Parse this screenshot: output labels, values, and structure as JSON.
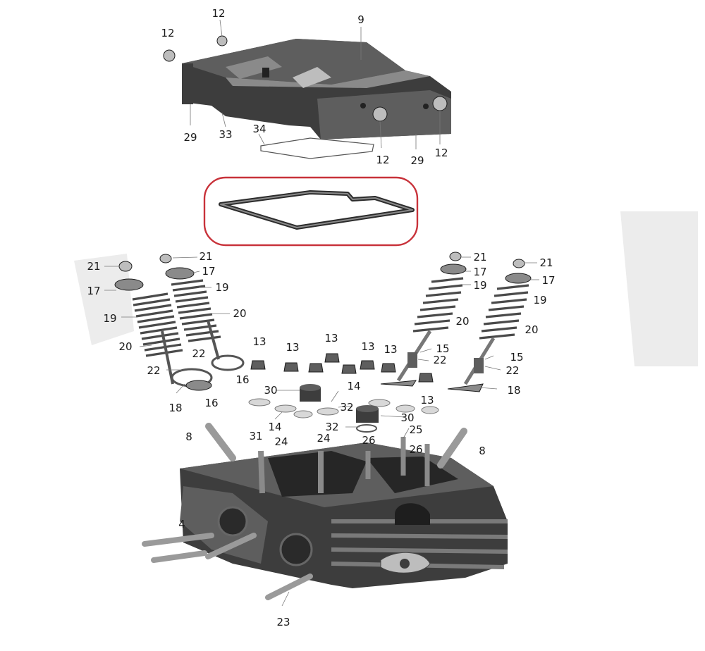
{
  "callouts": {
    "cover_top_left_bolt": "12",
    "cover_top_bolt": "12",
    "cylinder_head_cover": "9",
    "cover_left_bracket": "29",
    "cover_left_part": "33",
    "breather_gasket": "34",
    "cover_front_bolt_left": "12",
    "cover_right_bracket": "29",
    "cover_front_bolt_right": "12",
    "intake_keeper_left": "21",
    "intake_keeper_mid": "21",
    "intake_retainer_left": "17",
    "intake_retainer_mid": "17",
    "intake_outer_spring_left": "19",
    "intake_outer_spring_mid": "19",
    "intake_inner_spring_left": "20",
    "intake_inner_spring_mid": "20",
    "intake_seal_left": "22",
    "intake_seal_mid": "22",
    "intake_valve_left": "18",
    "intake_seat_left": "16",
    "intake_seat_mid": "16",
    "exhaust_keeper_left": "21",
    "exhaust_keeper_right": "21",
    "exhaust_retainer_left": "17",
    "exhaust_retainer_right": "17",
    "exhaust_outer_spring_left": "19",
    "exhaust_outer_spring_right": "19",
    "exhaust_inner_spring_left": "20",
    "exhaust_inner_spring_right": "20",
    "exhaust_guide_left": "15",
    "exhaust_guide_right": "15",
    "exhaust_seal_left": "22",
    "exhaust_seal_right": "22",
    "exhaust_valve_right": "18",
    "nut_1": "13",
    "nut_2": "13",
    "nut_3": "13",
    "nut_4": "13",
    "nut_5": "13",
    "nut_6": "13",
    "washer_left": "14",
    "washer_right": "14",
    "plug_left": "30",
    "plug_right": "30",
    "oring_upper": "32",
    "oring_lower": "32",
    "spark_plug_left": "8",
    "spark_plug_right": "8",
    "dowel_31": "31",
    "stud_24_left": "24",
    "stud_24_mid": "24",
    "stud_26_left": "26",
    "stud_26_right": "26",
    "stud_25": "25",
    "exhaust_stud_4": "4",
    "intake_stud_23": "23"
  },
  "colors": {
    "highlight_ellipse": "#c8323a",
    "part_dark": "#3d3d3d",
    "label_text": "#1a1a1a"
  }
}
